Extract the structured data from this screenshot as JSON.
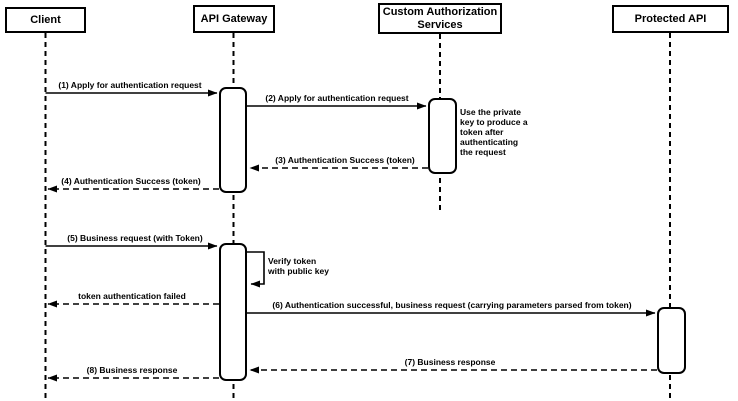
{
  "diagram": {
    "type": "uml-sequence",
    "participants": [
      {
        "name": "Client"
      },
      {
        "name": "API Gateway"
      },
      {
        "name": "Custom Authorization Services"
      },
      {
        "name": "Protected API"
      }
    ],
    "messages": [
      {
        "label": "(1) Apply for authentication request",
        "from": "Client",
        "to": "API Gateway",
        "style": "solid"
      },
      {
        "label": "(2) Apply for authentication request",
        "from": "API Gateway",
        "to": "Custom Authorization Services",
        "style": "solid"
      },
      {
        "label": "(3) Authentication Success (token)",
        "from": "Custom Authorization Services",
        "to": "API Gateway",
        "style": "dashed"
      },
      {
        "label": "(4) Authentication Success (token)",
        "from": "API Gateway",
        "to": "Client",
        "style": "dashed"
      },
      {
        "label": "(5) Business request (with Token)",
        "from": "Client",
        "to": "API Gateway",
        "style": "solid"
      },
      {
        "label": "Verify token\nwith public key",
        "from": "API Gateway",
        "to": "API Gateway",
        "style": "self"
      },
      {
        "label": "token authentication failed",
        "from": "API Gateway",
        "to": "Client",
        "style": "dashed"
      },
      {
        "label": "(6) Authentication successful, business request (carrying parameters parsed from token)",
        "from": "API Gateway",
        "to": "Protected API",
        "style": "solid"
      },
      {
        "label": "(7) Business response",
        "from": "Protected API",
        "to": "API Gateway",
        "style": "dashed"
      },
      {
        "label": "(8) Business response",
        "from": "API Gateway",
        "to": "Client",
        "style": "dashed"
      }
    ],
    "notes": [
      {
        "text": "Use the private\nkey to produce a\ntoken after\nauthenticating\nthe request",
        "attached_to": "Custom Authorization Services"
      }
    ],
    "colors": {
      "line": "#000000",
      "box_fill": "#ffffff",
      "background": "#ffffff",
      "text": "#000000"
    }
  }
}
